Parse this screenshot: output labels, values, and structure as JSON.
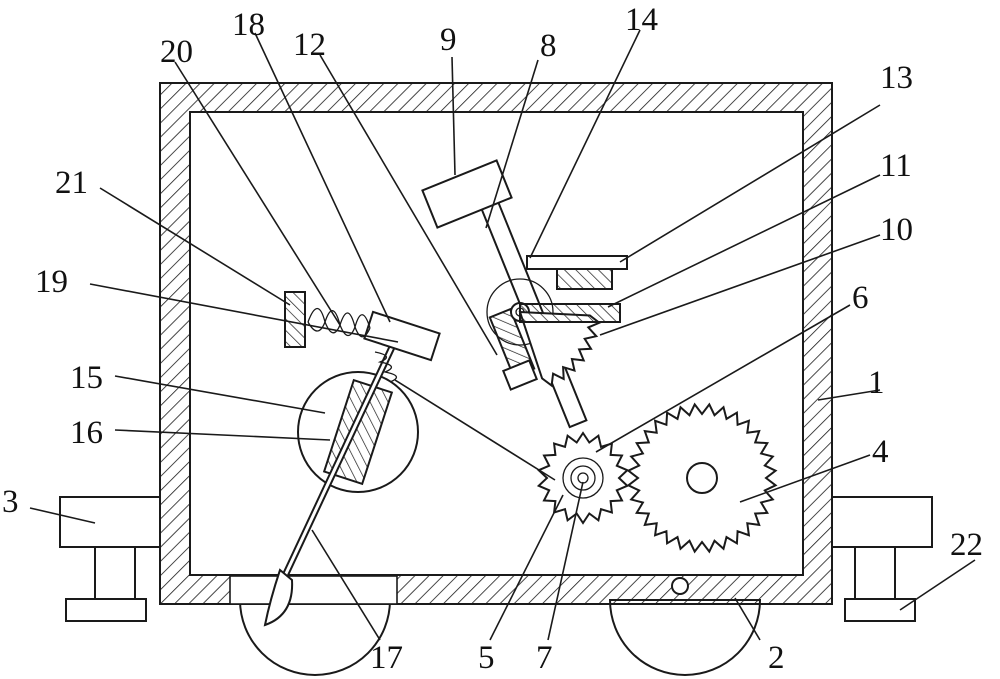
{
  "diagram": {
    "labels": {
      "l1": "1",
      "l2": "2",
      "l3": "3",
      "l4": "4",
      "l5": "5",
      "l6": "6",
      "l7": "7",
      "l8": "8",
      "l9": "9",
      "l10": "10",
      "l11": "11",
      "l12": "12",
      "l13": "13",
      "l14": "14",
      "l15": "15",
      "l16": "16",
      "l17": "17",
      "l18": "18",
      "l19": "19",
      "l20": "20",
      "l21": "21",
      "l22": "22"
    },
    "colors": {
      "stroke": "#1a1a1a",
      "background": "#ffffff",
      "hatch": "#1a1a1a"
    }
  }
}
